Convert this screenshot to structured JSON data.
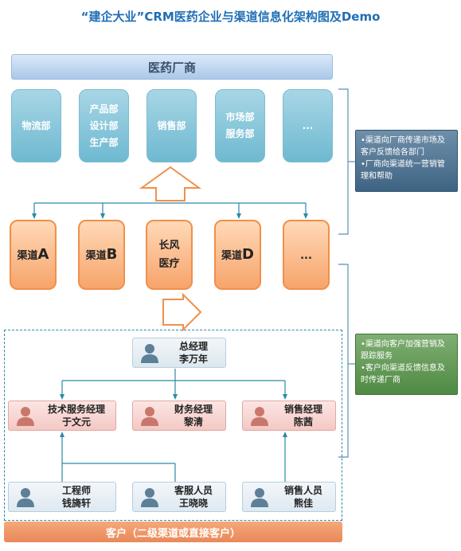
{
  "title": "“建企大业”CRM医药企业与渠道信息化架构图及Demo",
  "manufacturer": "医药厂商",
  "departments": [
    {
      "label": "物流部"
    },
    {
      "label": "产品部\n设计部\n生产部"
    },
    {
      "label": "销售部"
    },
    {
      "label": "市场部\n服务部"
    },
    {
      "label": "..."
    }
  ],
  "channels": [
    {
      "prefix": "渠道",
      "big": "A"
    },
    {
      "prefix": "渠道",
      "big": "B"
    },
    {
      "prefix": "长风\n医疗",
      "big": ""
    },
    {
      "prefix": "渠道",
      "big": "D"
    },
    {
      "prefix": "...",
      "big": ""
    }
  ],
  "notes": {
    "upper": [
      "•渠道向厂商传递市场及客户反馈给各部门",
      "•厂商向渠道统一营销管理和帮助"
    ],
    "lower": [
      "•渠道向客户加强营销及跟踪服务",
      "•客户向渠道反馈信息及时传递厂商"
    ]
  },
  "org": {
    "general_manager": {
      "role": "总经理",
      "name": "李万年"
    },
    "managers": [
      {
        "role": "技术服务经理",
        "name": "于文元"
      },
      {
        "role": "财务经理",
        "name": "黎清"
      },
      {
        "role": "销售经理",
        "name": "陈茜"
      }
    ],
    "staff": [
      {
        "role": "工程师",
        "name": "钱旖轩"
      },
      {
        "role": "客服人员",
        "name": "王晓晓"
      },
      {
        "role": "销售人员",
        "name": "熊佳"
      }
    ]
  },
  "customer": "客户（二级渠道或直接客户）",
  "colors": {
    "title": "#1f6fb5",
    "department": "#6fb9d0",
    "channel": "#f7a46a",
    "note_upper": "#3e6483",
    "note_lower": "#4f8a43",
    "customer": "#e8885a",
    "connector": "#2a8aa7"
  }
}
